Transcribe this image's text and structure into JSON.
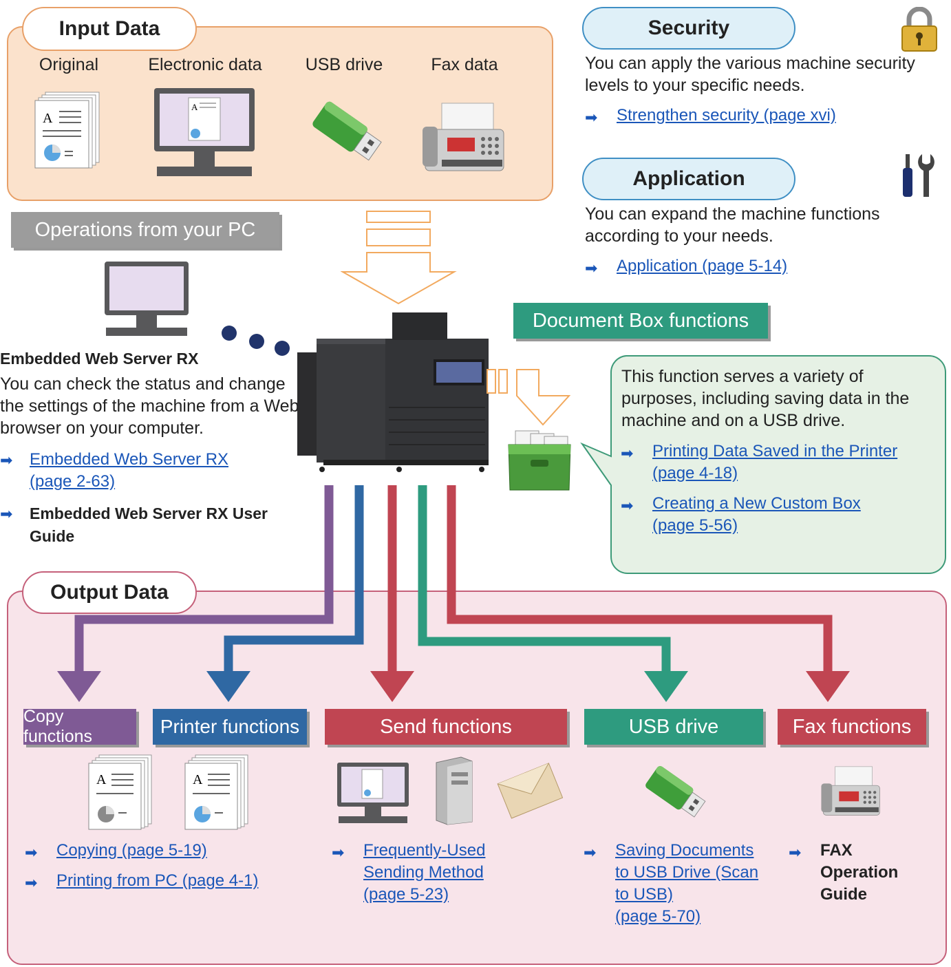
{
  "input_data": {
    "title": "Input Data",
    "sources": [
      "Original",
      "Electronic data",
      "USB drive",
      "Fax data"
    ]
  },
  "security": {
    "title": "Security",
    "desc": "You can apply the various machine security levels to your specific needs.",
    "link": "Strengthen security (page xvi)"
  },
  "application": {
    "title": "Application",
    "desc": "You can expand the machine functions according to your needs.",
    "link": "Application (page 5-14)"
  },
  "pc_ops": {
    "title": "Operations from your PC",
    "heading": "Embedded Web Server RX",
    "desc": "You can check the status and change the settings of the machine from a Web browser on your computer.",
    "link1a": "Embedded Web Server RX ",
    "link1b": "(page 2-63)",
    "ref2a": "Embedded Web Server RX User",
    "ref2b": "Guide"
  },
  "doc_box": {
    "title": "Document Box functions",
    "desc": "This function serves a variety of purposes, including saving data in the machine and on a USB drive.",
    "link1a": "Printing Data Saved in the Printer ",
    "link1b": "(page 4-18)",
    "link2a": "Creating a New Custom Box ",
    "link2b": "(page 5-56)"
  },
  "output_data": {
    "title": "Output Data",
    "functions": {
      "copy": "Copy functions",
      "printer": "Printer functions",
      "send": "Send functions",
      "usb": "USB drive",
      "fax": "Fax functions"
    },
    "links": {
      "copying": "Copying (page 5-19)",
      "printing_pc": "Printing from PC (page 4-1)",
      "send_a": "Frequently-Used ",
      "send_b": "Sending Method ",
      "send_c": "(page 5-23)",
      "usb_a": "Saving Documents ",
      "usb_b": "to USB Drive (Scan ",
      "usb_c": "to USB) ",
      "usb_d": "(page 5-70)",
      "fax_a": "FAX",
      "fax_b": "Operation",
      "fax_c": "Guide"
    }
  },
  "colors": {
    "input_fill": "#fbe2cc",
    "input_border": "#e8a068",
    "output_fill": "#f8e4ea",
    "output_border": "#c5607a",
    "security_fill": "#dff0f8",
    "security_border": "#3f8fc4",
    "docbox_fill": "#e6f1e5",
    "docbox_border": "#3d9a78",
    "copy": "#7f5a95",
    "printer": "#2f68a3",
    "send": "#c04552",
    "usb": "#2e9b7f",
    "fax": "#c04552",
    "link": "#1a56b8"
  },
  "icons": [
    "document-stack-icon",
    "monitor-icon",
    "usb-drive-icon",
    "fax-machine-icon",
    "padlock-icon",
    "tools-icon",
    "printer-mfp-icon",
    "file-box-icon",
    "server-icon",
    "envelope-icon",
    "right-arrow-icon"
  ]
}
